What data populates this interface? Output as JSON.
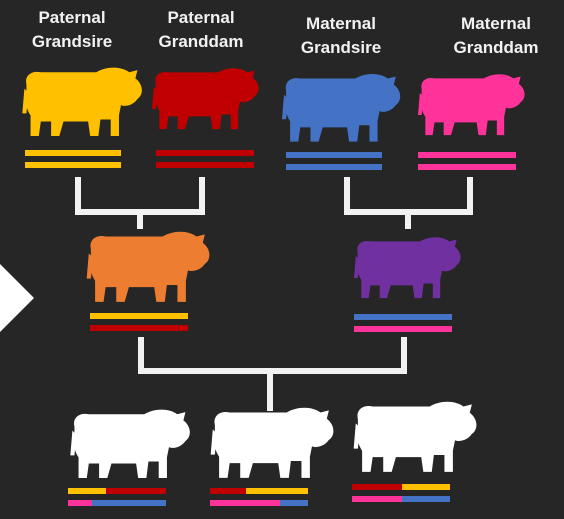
{
  "labels": {
    "paternal_grandsire": {
      "line1": "Paternal",
      "line2": "Grandsire"
    },
    "paternal_granddam": {
      "line1": "Paternal",
      "line2": "Granddam"
    },
    "maternal_grandsire": {
      "line1": "Maternal",
      "line2": "Grandsire"
    },
    "maternal_granddam": {
      "line1": "Maternal",
      "line2": "Granddam"
    }
  },
  "colors": {
    "background": "#262626",
    "connector": "#f2f2f2",
    "paternal_grandsire": "#ffc000",
    "paternal_granddam": "#c00000",
    "maternal_grandsire": "#4472c4",
    "maternal_granddam": "#ff3399",
    "sire": "#ed7d31",
    "dam": "#7030a0",
    "offspring": "#ffffff"
  }
}
